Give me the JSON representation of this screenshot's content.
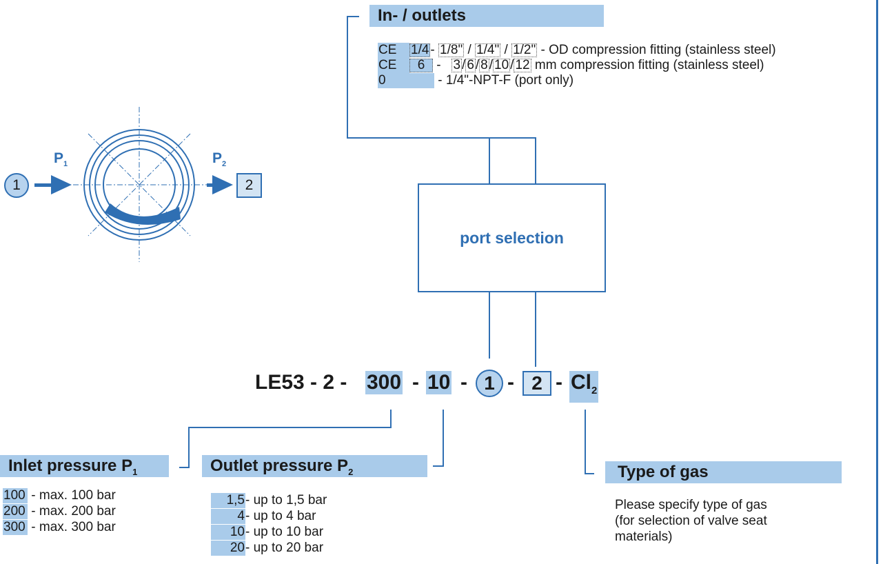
{
  "diagram": {
    "p1_label": "P",
    "p1_sub": "1",
    "p2_label": "P",
    "p2_sub": "2",
    "inlet_marker": "1",
    "outlet_marker": "2"
  },
  "outlets": {
    "title": "In- / outlets",
    "row1": {
      "prefix": "CE",
      "code": "1/4",
      "sep": "-",
      "opts": [
        "1/8\"",
        "1/4\"",
        "1/2\""
      ],
      "desc": "- OD compression fitting (stainless steel)"
    },
    "row2": {
      "prefix": "CE",
      "code": "6",
      "sep": "-",
      "opts": [
        "3",
        "6",
        "8",
        "10",
        "12"
      ],
      "desc": "mm compression fitting (stainless steel)"
    },
    "row3": {
      "code": "0",
      "desc": "- 1/4\"-NPT-F (port only)"
    }
  },
  "port_selection": {
    "label": "port selection"
  },
  "model_code": {
    "base": "LE53 - 2 -",
    "p1": "300",
    "p2": "10",
    "inlet": "1",
    "outlet": "2",
    "gas": "Cl",
    "gas_sub": "2",
    "dash": "-"
  },
  "inlet_pressure": {
    "title": "Inlet pressure P",
    "title_sub": "1",
    "items": [
      {
        "code": "100",
        "desc": "- max. 100 bar"
      },
      {
        "code": "200",
        "desc": "- max. 200 bar"
      },
      {
        "code": "300",
        "desc": "- max. 300 bar"
      }
    ]
  },
  "outlet_pressure": {
    "title": "Outlet pressure P",
    "title_sub": "2",
    "items": [
      {
        "code": "1,5",
        "desc": "- up to 1,5 bar"
      },
      {
        "code": "4",
        "desc": "- up to 4 bar"
      },
      {
        "code": "10",
        "desc": "- up to 10 bar"
      },
      {
        "code": "20",
        "desc": "- up to 20 bar"
      }
    ]
  },
  "gas": {
    "title": "Type of gas",
    "desc_lines": [
      "Please specify type of gas",
      "(for selection of valve seat",
      "materials)"
    ]
  },
  "colors": {
    "accent": "#2f6fb3",
    "header_fill": "#a9cbea",
    "marker_fill": "#b7d3ee"
  }
}
